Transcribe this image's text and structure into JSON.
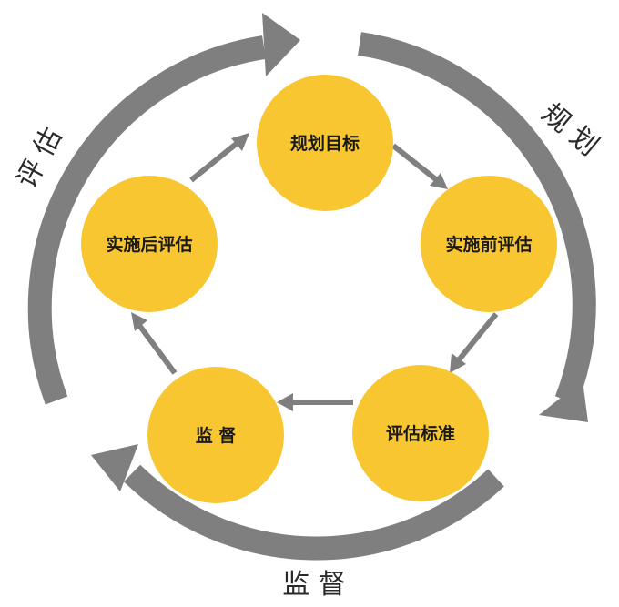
{
  "diagram": {
    "nodes": [
      {
        "id": "n1",
        "label": "规划目标"
      },
      {
        "id": "n2",
        "label": "实施前评估"
      },
      {
        "id": "n3",
        "label": "评估标准"
      },
      {
        "id": "n4",
        "label": "监 督"
      },
      {
        "id": "n5",
        "label": "实施后评估"
      }
    ],
    "outer_labels": {
      "planning": "规 划",
      "evaluation": "评 估",
      "supervision": "监 督"
    },
    "colors": {
      "node_fill": "#F7C631",
      "arrow": "#7F7F7F",
      "outer_arrow": "#7F7F7F",
      "background": "#FFFFFF"
    }
  }
}
